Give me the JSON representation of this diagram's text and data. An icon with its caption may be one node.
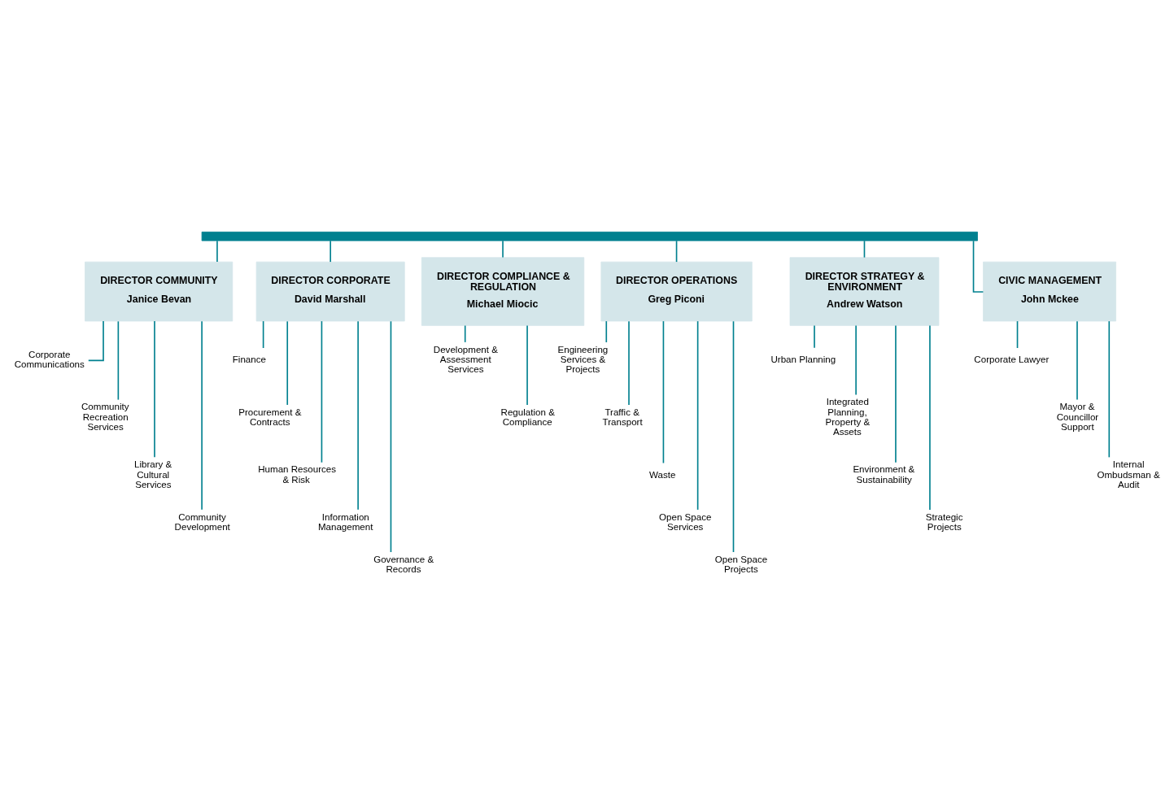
{
  "diagram": {
    "nodes": [
      {
        "text": [],
        "shape": "bar"
      },
      {
        "text": [
          "DIRECTOR COMMUNITY",
          "Janice Bevan"
        ]
      },
      {
        "text": [
          "DIRECTOR CORPORATE",
          "David Marshall"
        ]
      },
      {
        "text": [
          "DIRECTOR COMPLIANCE & REGULATION",
          "Michael Miocic"
        ]
      },
      {
        "text": [
          "DIRECTOR OPERATIONS",
          "Greg Piconi"
        ]
      },
      {
        "text": [
          "DIRECTOR STRATEGY & ENVIRONMENT",
          "Andrew Watson"
        ]
      },
      {
        "text": [
          "CIVIC MANAGEMENT",
          "John Mckee"
        ]
      },
      {
        "text": [
          "Corporate Communications"
        ]
      },
      {
        "text": [
          "Community Recreation Services"
        ]
      },
      {
        "text": [
          "Library & Cultural Services"
        ]
      },
      {
        "text": [
          "Community Development"
        ]
      },
      {
        "text": [
          "Finance"
        ]
      },
      {
        "text": [
          "Procurement & Contracts"
        ]
      },
      {
        "text": [
          "Human Resources & Risk"
        ]
      },
      {
        "text": [
          "Information Management"
        ]
      },
      {
        "text": [
          "Governance & Records"
        ]
      },
      {
        "text": [
          "Development & Assessment Services"
        ]
      },
      {
        "text": [
          "Regulation & Compliance"
        ]
      },
      {
        "text": [
          "Engineering Services & Projects"
        ]
      },
      {
        "text": [
          "Traffic & Transport"
        ]
      },
      {
        "text": [
          "Waste"
        ]
      },
      {
        "text": [
          "Open Space Services"
        ]
      },
      {
        "text": [
          "Open Space Projects"
        ]
      },
      {
        "text": [
          "Urban Planning"
        ]
      },
      {
        "text": [
          "Integrated Planning, Property & Assets"
        ]
      },
      {
        "text": [
          "Environment & Sustainability"
        ]
      },
      {
        "text": [
          "Strategic Projects"
        ]
      },
      {
        "text": [
          "Corporate Lawyer"
        ]
      },
      {
        "text": [
          "Mayor & Councillor Support"
        ]
      },
      {
        "text": [
          "Internal Ombudsman & Audit"
        ]
      }
    ],
    "edges": [
      {
        "from": 0,
        "to": 1,
        "arrow": "none"
      },
      {
        "from": 0,
        "to": 2,
        "arrow": "none"
      },
      {
        "from": 0,
        "to": 3,
        "arrow": "none"
      },
      {
        "from": 0,
        "to": 4,
        "arrow": "none"
      },
      {
        "from": 0,
        "to": 5,
        "arrow": "none"
      },
      {
        "from": 0,
        "to": 6,
        "arrow": "none"
      },
      {
        "from": 1,
        "to": 7,
        "arrow": "none"
      },
      {
        "from": 1,
        "to": 8,
        "arrow": "none"
      },
      {
        "from": 1,
        "to": 9,
        "arrow": "none"
      },
      {
        "from": 1,
        "to": 10,
        "arrow": "none"
      },
      {
        "from": 2,
        "to": 11,
        "arrow": "none"
      },
      {
        "from": 2,
        "to": 12,
        "arrow": "none"
      },
      {
        "from": 2,
        "to": 13,
        "arrow": "none"
      },
      {
        "from": 2,
        "to": 14,
        "arrow": "none"
      },
      {
        "from": 2,
        "to": 15,
        "arrow": "none"
      },
      {
        "from": 3,
        "to": 16,
        "arrow": "none"
      },
      {
        "from": 3,
        "to": 17,
        "arrow": "none"
      },
      {
        "from": 4,
        "to": 18,
        "arrow": "none"
      },
      {
        "from": 4,
        "to": 19,
        "arrow": "none"
      },
      {
        "from": 4,
        "to": 20,
        "arrow": "none"
      },
      {
        "from": 4,
        "to": 21,
        "arrow": "none"
      },
      {
        "from": 4,
        "to": 22,
        "arrow": "none"
      },
      {
        "from": 5,
        "to": 23,
        "arrow": "none"
      },
      {
        "from": 5,
        "to": 24,
        "arrow": "none"
      },
      {
        "from": 5,
        "to": 25,
        "arrow": "none"
      },
      {
        "from": 5,
        "to": 26,
        "arrow": "none"
      },
      {
        "from": 6,
        "to": 27,
        "arrow": "none"
      },
      {
        "from": 6,
        "to": 28,
        "arrow": "none"
      },
      {
        "from": 6,
        "to": 29,
        "arrow": "none"
      }
    ]
  }
}
